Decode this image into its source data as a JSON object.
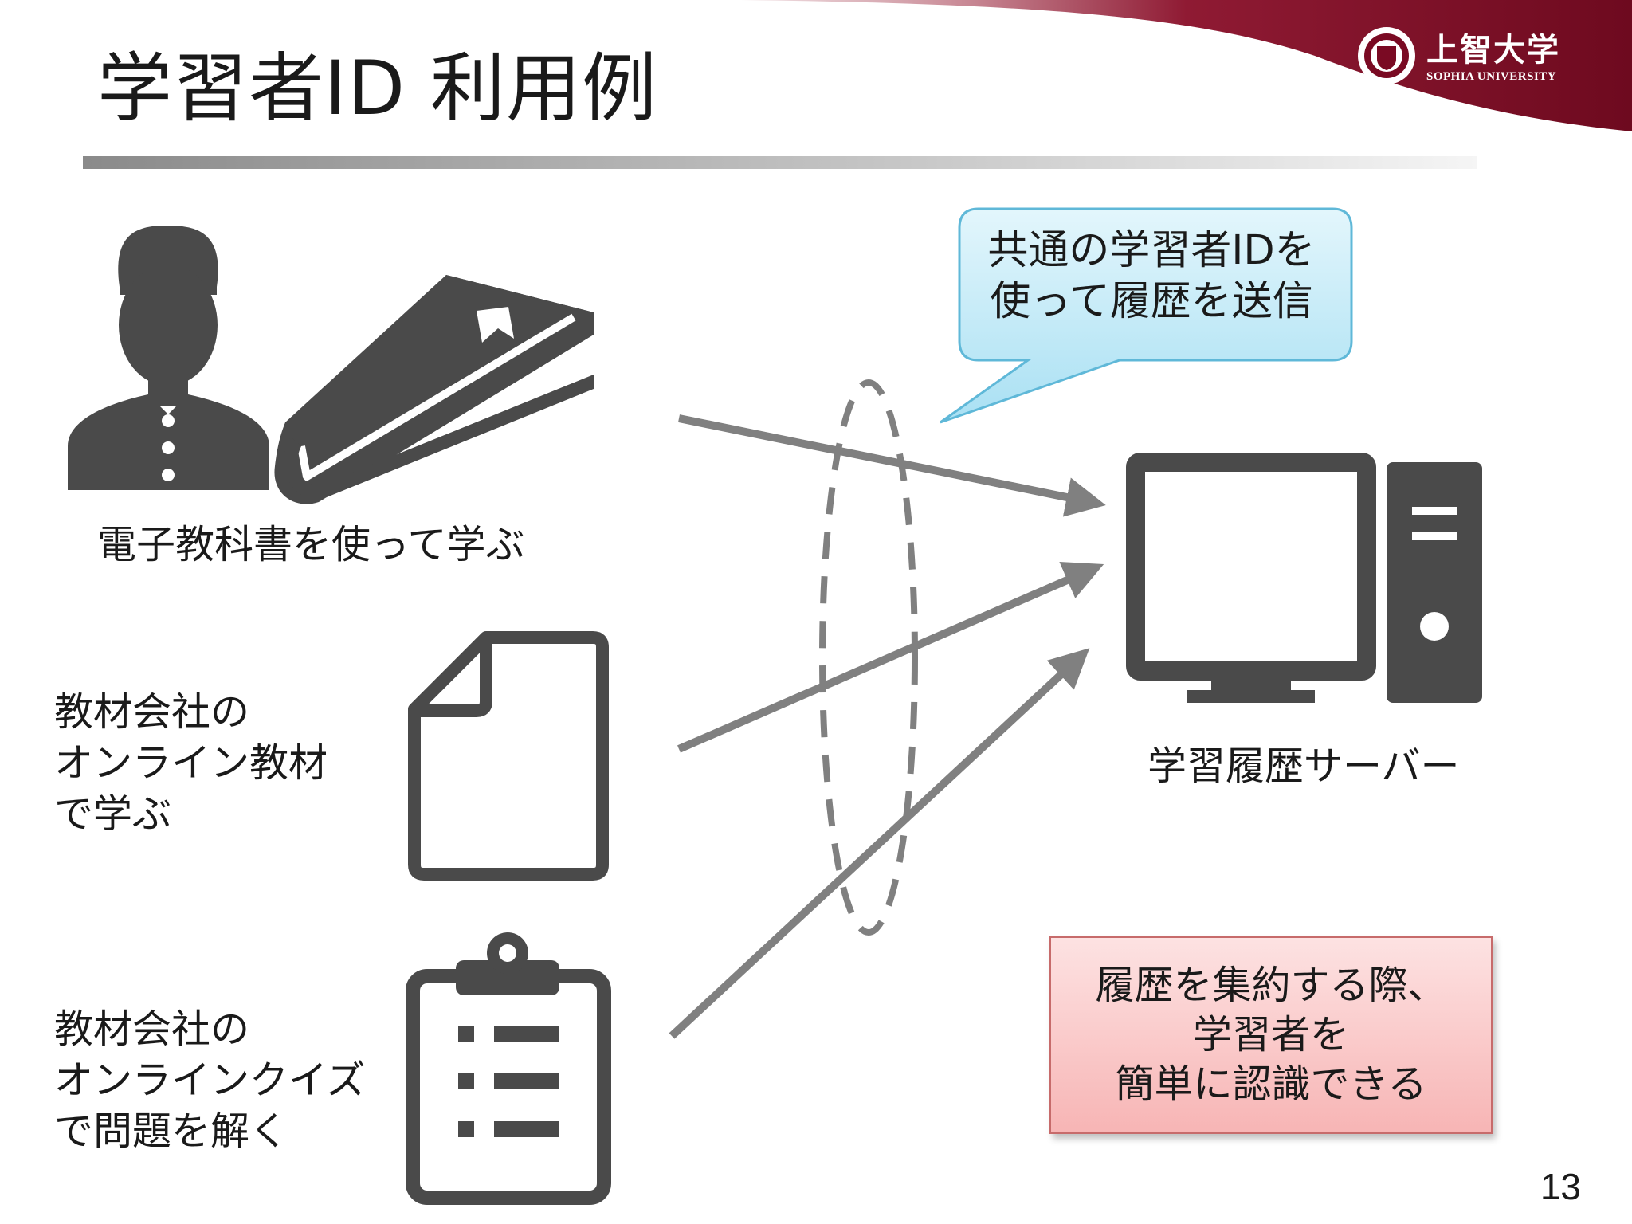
{
  "slide": {
    "title": "学習者ID 利用例",
    "page_number": "13"
  },
  "logo": {
    "name_ja": "上智大学",
    "name_en": "SOPHIA UNIVERSITY"
  },
  "sources": [
    {
      "label_lines": [
        "電子教科書を使って学ぶ"
      ],
      "icons": [
        "student-icon",
        "book-icon"
      ]
    },
    {
      "label_lines": [
        "教材会社の",
        "オンライン教材",
        "で学ぶ"
      ],
      "icons": [
        "document-icon"
      ]
    },
    {
      "label_lines": [
        "教材会社の",
        "オンラインクイズ",
        "で問題を解く"
      ],
      "icons": [
        "clipboard-icon"
      ]
    }
  ],
  "server": {
    "label": "学習履歴サーバー",
    "icon": "computer-icon"
  },
  "callout": {
    "lines": [
      "共通の学習者IDを",
      "使って履歴を送信"
    ]
  },
  "note": {
    "lines": [
      "履歴を集約する際、",
      "学習者を",
      "簡単に認識できる"
    ]
  },
  "colors": {
    "icon": "#4a4a4a",
    "arrow": "#808080",
    "header_band": "#7a0a23",
    "callout_fill": "#c8ecf8",
    "callout_border": "#5fb8d8",
    "note_fill": "#f7b5b5",
    "note_border": "#c76b6b"
  }
}
